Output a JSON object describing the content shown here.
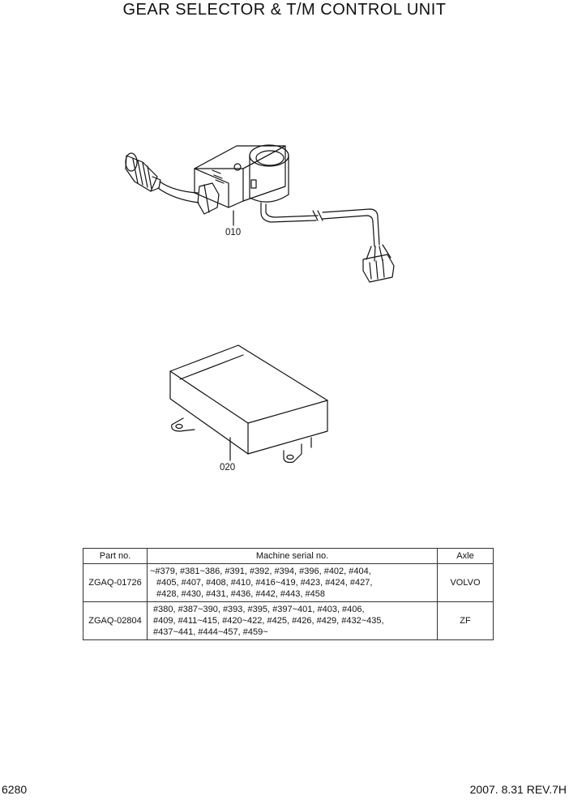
{
  "title": "GEAR SELECTOR & T/M CONTROL UNIT",
  "callouts": {
    "part1": "010",
    "part2": "020"
  },
  "table": {
    "headers": {
      "part_no": "Part no.",
      "serial": "Machine serial no.",
      "axle": "Axle"
    },
    "rows": [
      {
        "part_no": "ZGAQ-01726",
        "serial_lines": [
          "~#379, #381~386, #391, #392, #394, #396, #402, #404,",
          "#405, #407, #408, #410, #416~419, #423, #424, #427,",
          "#428, #430, #431, #436, #442, #443, #458"
        ],
        "axle": "VOLVO"
      },
      {
        "part_no": "ZGAQ-02804",
        "serial_lines": [
          "#380, #387~390, #393, #395, #397~401, #403, #406,",
          "#409, #411~415, #420~422, #425, #426, #429, #432~435,",
          "#437~441, #444~457, #459~"
        ],
        "axle": "ZF"
      }
    ]
  },
  "footer": {
    "page": "6280",
    "revision": "2007. 8.31  REV.7H"
  }
}
